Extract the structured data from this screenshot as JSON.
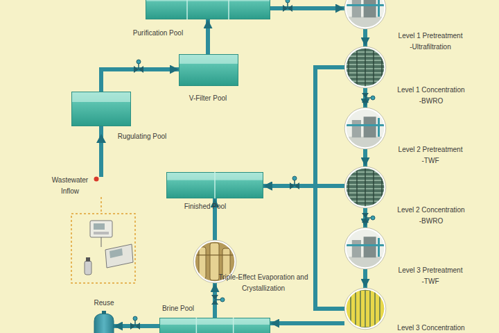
{
  "diagram": {
    "nodes": [
      {
        "text": [
          "Purification Pool"
        ]
      },
      {
        "text": [
          "Level 1 Pretreatment",
          "-Ultrafiltration"
        ]
      },
      {
        "text": [
          "V-Filter Pool"
        ]
      },
      {
        "text": [
          "Level 1 Concentration",
          "-BWRO"
        ]
      },
      {
        "text": [
          "Rugulating Pool"
        ]
      },
      {
        "text": [
          "Level 2 Pretreatment",
          "-TWF"
        ]
      },
      {
        "text": [
          "Finished Pool"
        ]
      },
      {
        "text": [
          "Level 2 Concentration",
          "-BWRO"
        ]
      },
      {
        "text": [
          "Triple-Effect Evaporation and Crystallization"
        ]
      },
      {
        "text": [
          "Level 3 Pretreatment",
          "-TWF"
        ]
      },
      {
        "text": [
          "Reuse"
        ]
      },
      {
        "text": [
          "Brine Pool"
        ]
      },
      {
        "text": [
          "Level 3 Concentration"
        ]
      }
    ],
    "edges": [
      {
        "from": 4,
        "to": 2,
        "arrow": "to"
      },
      {
        "from": 2,
        "to": 0,
        "arrow": "to"
      },
      {
        "from": 0,
        "to": 1,
        "arrow": "to"
      },
      {
        "from": 1,
        "to": 3,
        "arrow": "to"
      },
      {
        "from": 3,
        "to": 5,
        "arrow": "to"
      },
      {
        "from": 5,
        "to": 7,
        "arrow": "to"
      },
      {
        "from": 7,
        "to": 9,
        "arrow": "to"
      },
      {
        "from": 9,
        "to": 12,
        "arrow": "to"
      },
      {
        "from": 3,
        "to": 6,
        "arrow": "to"
      },
      {
        "from": 7,
        "to": 6,
        "arrow": "to"
      },
      {
        "from": 12,
        "to": 6,
        "arrow": "to"
      },
      {
        "from": 12,
        "to": 11,
        "arrow": "to"
      },
      {
        "from": 11,
        "to": 8,
        "arrow": "to"
      },
      {
        "from": 8,
        "to": 6,
        "arrow": "to"
      },
      {
        "from": 11,
        "to": 10,
        "arrow": "to"
      }
    ],
    "labels": [
      "Wastewater Inflow"
    ]
  }
}
